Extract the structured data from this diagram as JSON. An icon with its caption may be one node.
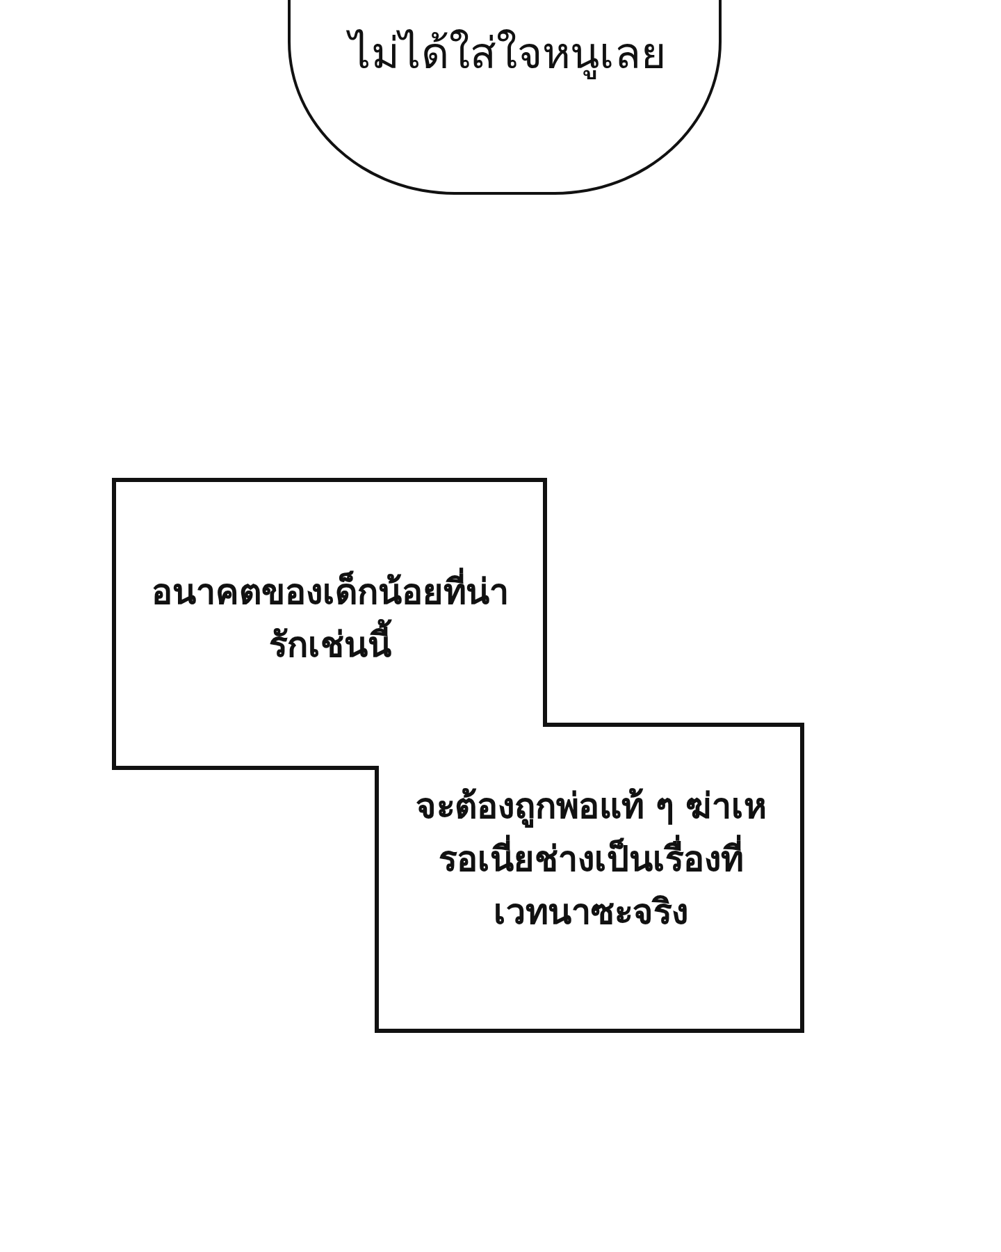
{
  "diagram": {
    "nodes": [
      {
        "text": [
          "ไม่ได้ใส่ใจหนูเลย"
        ]
      },
      {
        "text": [
          "อนาคตของเด็กน้อยที่น่ารักเช่นนี้",
          "จะต้องถูกพ่อแท้ ๆ ฆ่าเหรอเนี่ยช่างเป็นเรื่องที่เวทนาซะจริง"
        ]
      }
    ],
    "edges": []
  }
}
